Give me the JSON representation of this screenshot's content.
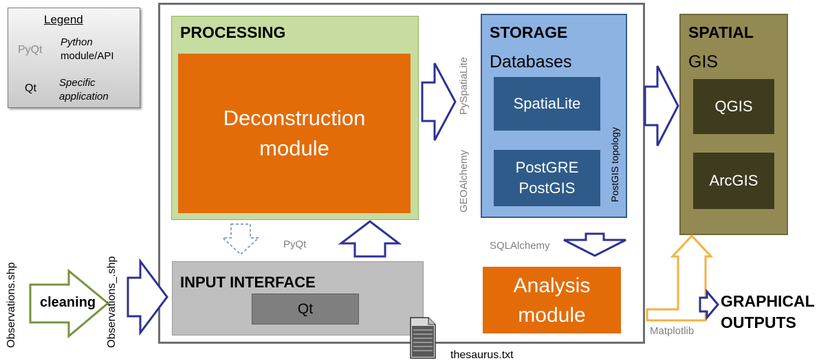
{
  "legend": {
    "title": "Legend",
    "items": [
      {
        "key": "PyQt",
        "desc": "Python module/API"
      },
      {
        "key": "Qt",
        "desc": "Specific application"
      }
    ]
  },
  "processing": {
    "title": "PROCESSING",
    "module": "Deconstruction\nmodule"
  },
  "storage": {
    "title": "STORAGE",
    "subtitle": "Databases",
    "db1": "SpatiaLite",
    "db2": "PostGRE\nPostGIS"
  },
  "spatial": {
    "title": "SPATIAL",
    "subtitle": "GIS",
    "app1": "QGIS",
    "app2": "ArcGIS"
  },
  "input_interface": {
    "title": "INPUT INTERFACE",
    "app": "Qt"
  },
  "analysis": {
    "label": "Analysis\nmodule"
  },
  "labels": {
    "pyspatialite": "PySpatiaLite",
    "geoalchemy": "GEOAlchemy",
    "postgis_topology": "PostGIS topology",
    "pyqt": "PyQt",
    "sqlalchemy": "SQLAlchemy",
    "matplotlib": "Matplotlib",
    "observations_raw": "Observations.shp",
    "observations_clean": "Observations_.shp",
    "cleaning": "cleaning",
    "graphical_outputs": "GRAPHICAL\nOUTPUTS",
    "thesaurus": "thesaurus.txt"
  },
  "colors": {
    "processing_bg": "#c6dca0",
    "module_orange": "#e36c09",
    "storage_bg": "#8db3e2",
    "db_box": "#2f5b8a",
    "spatial_bg": "#938953",
    "gis_box": "#3f3b1f",
    "arrow_blue": "#2e3192",
    "arrow_green": "#77933c",
    "arrow_orange": "#f4b042"
  }
}
